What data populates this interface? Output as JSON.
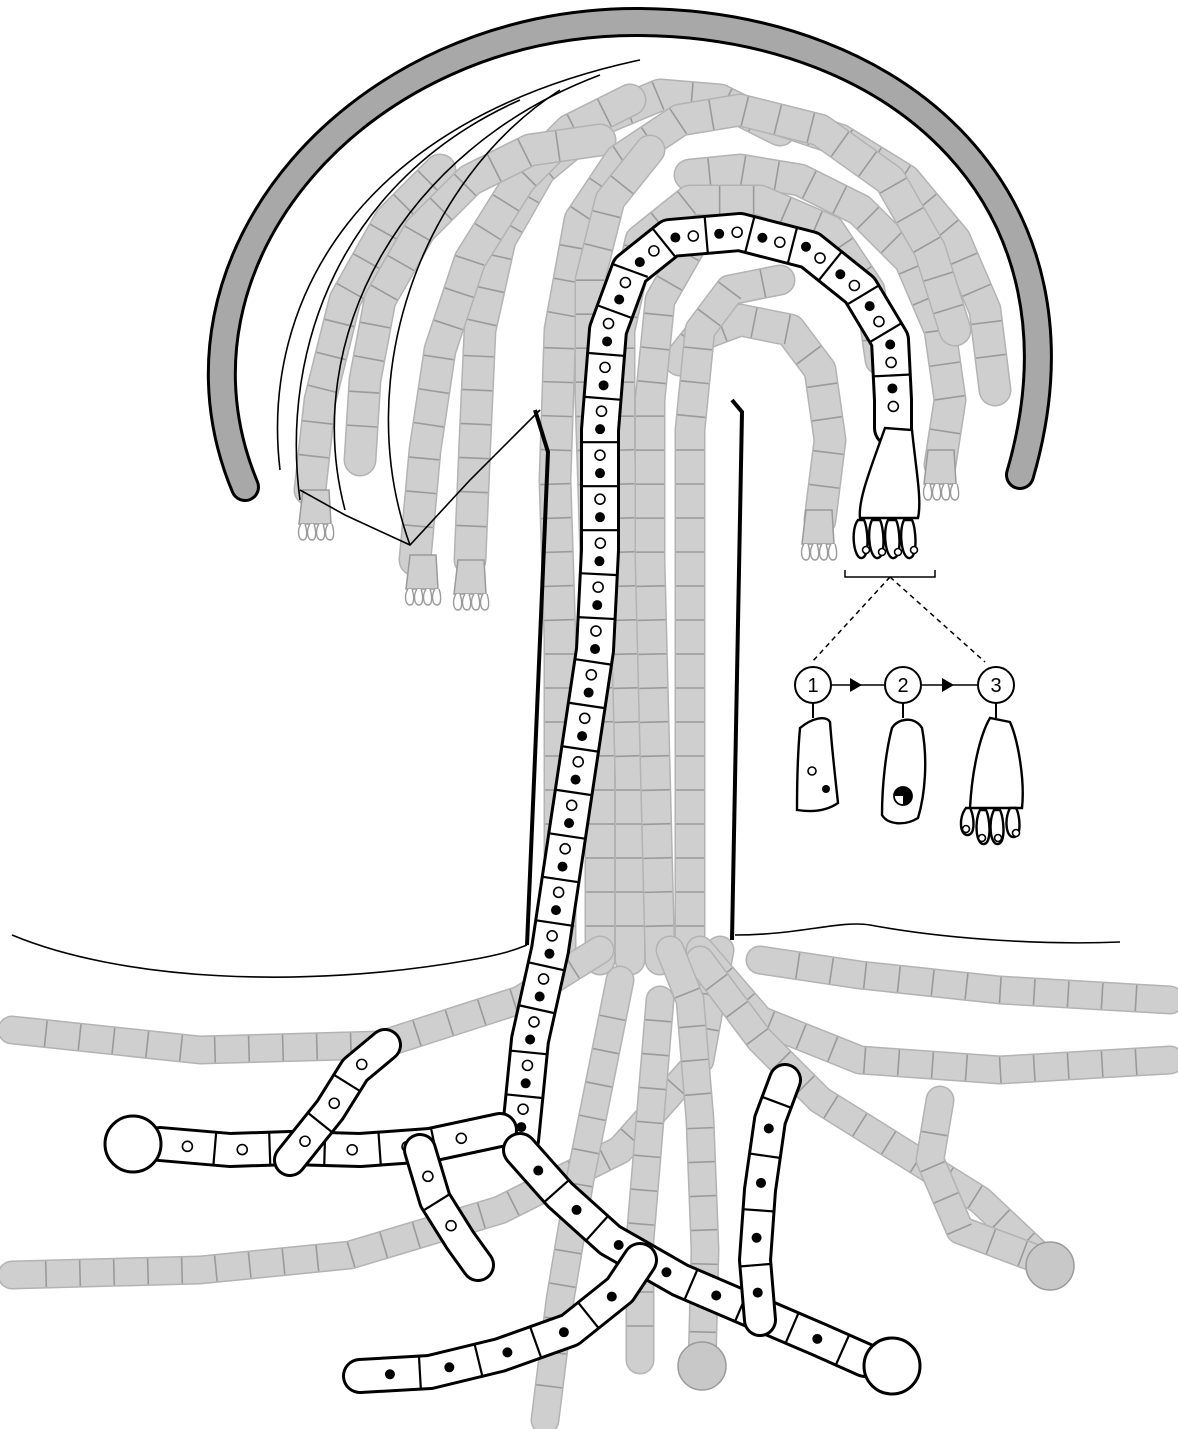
{
  "figure": {
    "background": "#ffffff",
    "colors": {
      "outline": "#000000",
      "background_hyphae": "#c8c8c8",
      "cap": "#a8a8a8"
    },
    "steps": [
      {
        "label": "1"
      },
      {
        "label": "2"
      },
      {
        "label": "3"
      }
    ]
  }
}
